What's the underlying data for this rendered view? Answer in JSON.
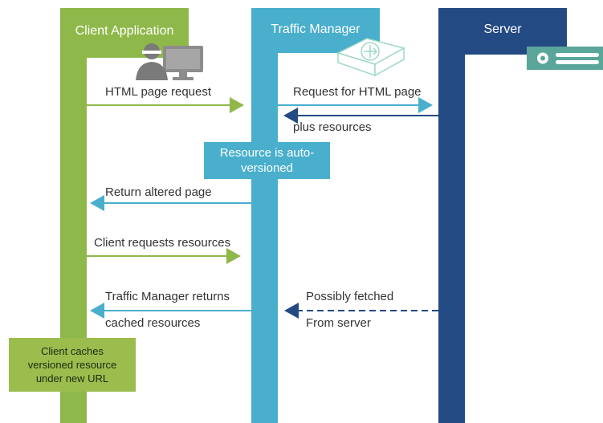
{
  "colors": {
    "client": "#8fb84a",
    "client_box": "#9abd4e",
    "traffic": "#49afcd",
    "server": "#244a84",
    "server_icon_bg": "#5aa69a",
    "arrow_blue": "#244a84",
    "label_text": "#333333"
  },
  "lanes": {
    "client": {
      "title": "Client Application",
      "icon": "user-computer-icon"
    },
    "traffic": {
      "title": "Traffic Manager",
      "icon": "switch-router-icon"
    },
    "server": {
      "title": "Server",
      "icon": "server-rack-icon"
    }
  },
  "messages": [
    {
      "label": "HTML page request"
    },
    {
      "label": "Request for HTML page"
    },
    {
      "label": "plus resources"
    },
    {
      "label": "Return altered page"
    },
    {
      "label": "Client requests resources"
    },
    {
      "label": "Traffic Manager returns"
    },
    {
      "label": "cached resources"
    },
    {
      "label": "Possibly fetched"
    },
    {
      "label": "From server"
    }
  ],
  "notes": {
    "traffic_note": {
      "line1": "Resource is auto-",
      "line2": "versioned"
    },
    "client_note": {
      "line1": "Client caches",
      "line2": "versioned resource",
      "line3": "under new URL"
    }
  }
}
